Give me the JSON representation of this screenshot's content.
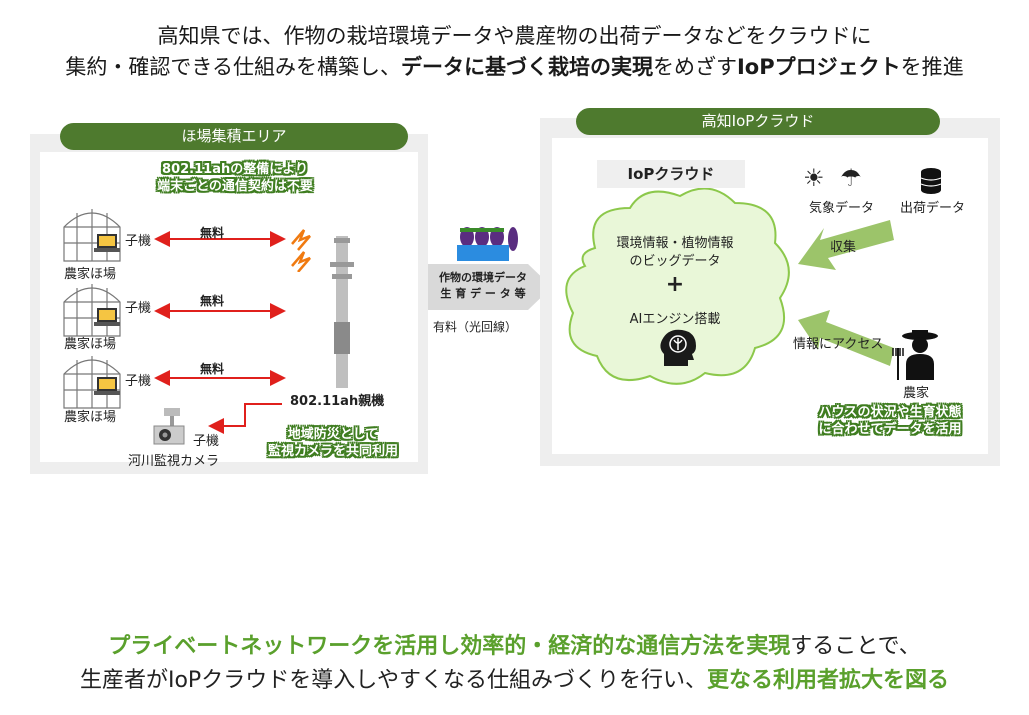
{
  "header": {
    "line1": "高知県では、作物の栽培環境データや農産物の出荷データなどをクラウドに",
    "line2_pre": "集約・確認できる仕組みを構築し、",
    "line2_bold1": "データに基づく栽培の実現",
    "line2_mid": "をめざす",
    "line2_bold2": "IoPプロジェクト",
    "line2_post": "を推進"
  },
  "left_panel": {
    "title": "ほ場集積エリア",
    "callout_top": "802.11ahの整備により\n端末ごとの通信契約は不要",
    "child_label": "子機",
    "farm_label": "農家ほ場",
    "free_label": "無料",
    "base_station": "802.11ah親機",
    "camera_label": "河川監視カメラ",
    "callout_bottom": "地域防災として\n監視カメラを共同利用"
  },
  "middle": {
    "arrow_text": "作物の環境データ\n生 育 デ ー タ 等",
    "paid_label": "有料（光回線）"
  },
  "right_panel": {
    "title": "高知IoPクラウド",
    "cloud_title": "IoPクラウド",
    "cloud_line1": "環境情報・植物情報",
    "cloud_line2": "のビッグデータ",
    "plus": "+",
    "ai_label": "AIエンジン搭載",
    "weather_label": "気象データ",
    "shipping_label": "出荷データ",
    "collect_label": "収集",
    "access_label": "情報にアクセス",
    "farmer_label": "農家",
    "callout": "ハウスの状況や生育状態\nに合わせてデータを活用"
  },
  "footer": {
    "line1_green": "プライベートネットワークを活用し効率的・経済的な通信方法を実現",
    "line1_rest": "することで、",
    "line2_pre": "生産者がIoPクラウドを導入しやすくなる仕組みづくりを行い、",
    "line2_green": "更なる利用者拡大を図る"
  },
  "colors": {
    "accent_green": "#5aa02c",
    "pill_green": "#4e7a2e",
    "arrow_red": "#e0201c"
  }
}
